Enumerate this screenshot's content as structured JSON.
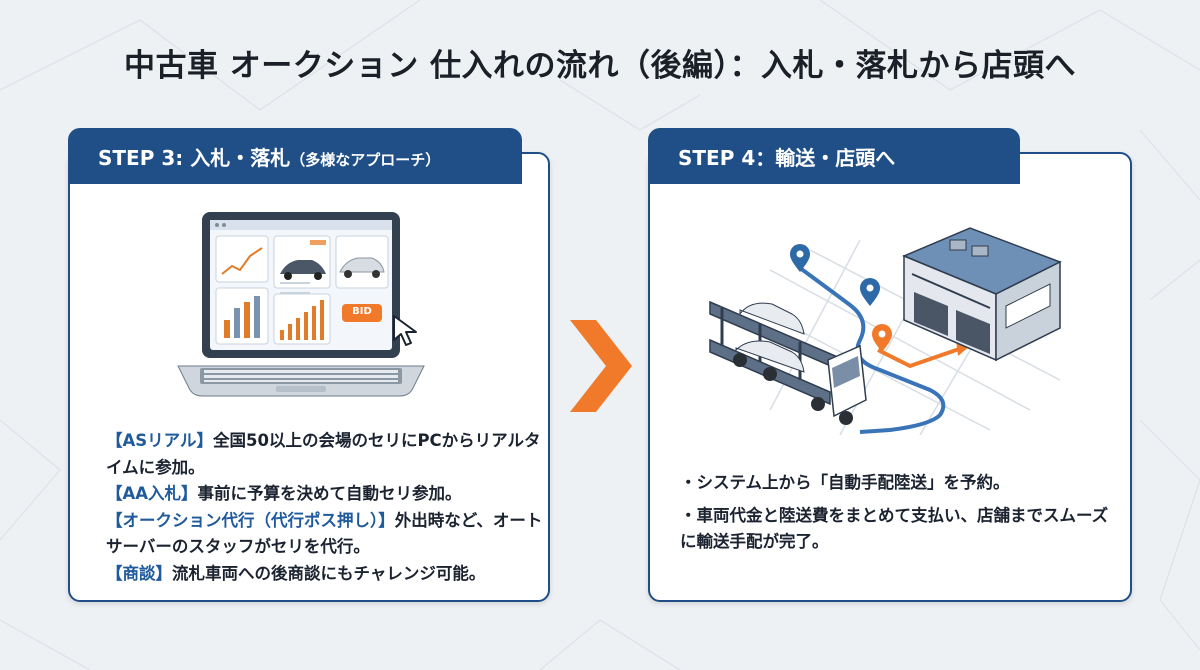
{
  "title": "中古車 オークション 仕入れの流れ（後編）：入札・落札から店頭へ",
  "steps": [
    {
      "heading": "STEP 3: 入札・落札",
      "heading_sub": "（多様なアプローチ）",
      "illustration": "laptop-bidding",
      "bid_button": "BID",
      "items": [
        {
          "tag": "【ASリアル】",
          "text": "全国50以上の会場のセリにPCからリアルタイムに参加。"
        },
        {
          "tag": "【AA入札】",
          "text": "事前に予算を決めて自動セリ参加。"
        },
        {
          "tag": "【オークション代行（代行ポス押し）】",
          "text": "外出時など、オートサーバーのスタッフがセリを代行。"
        },
        {
          "tag": "【商談】",
          "text": "流札車両への後商談にもチャレンジ可能。"
        }
      ]
    },
    {
      "heading": "STEP 4：輸送・店頭へ",
      "illustration": "car-carrier-truck-to-dealer",
      "items": [
        {
          "text": "・システム上から「自動手配陸送」を予約。"
        },
        {
          "text": "・車両代金と陸送費をまとめて支払い、店舗までスムーズに輸送手配が完了。"
        }
      ]
    }
  ],
  "colors": {
    "navy": "#1f4f86",
    "accent_orange": "#f07a2a",
    "tag_blue": "#1f5a9c"
  },
  "icons": {
    "flow_arrow": "chevron-right-icon",
    "cursor": "cursor-icon",
    "map_pin": "map-pin-icon"
  }
}
